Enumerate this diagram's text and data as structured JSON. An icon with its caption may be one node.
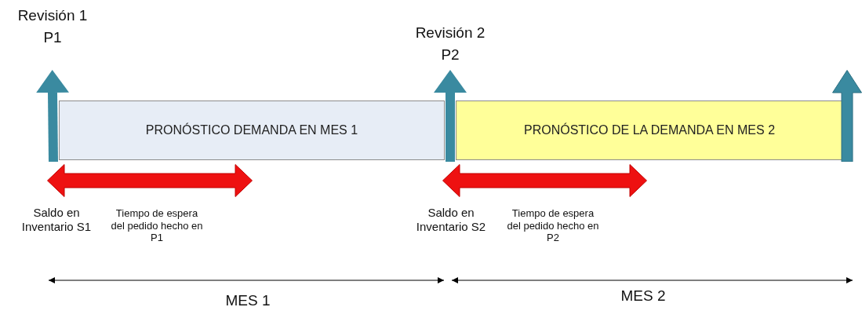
{
  "diagram": {
    "nodes": [
      {
        "text": [
          "Revisión 1 P1"
        ]
      },
      {
        "text": [
          "PRONÓSTICO DEMANDA EN MES 1"
        ]
      },
      {
        "text": [
          "Revisión 2 P2"
        ]
      },
      {
        "text": [
          "PRONÓSTICO DE LA DEMANDA EN MES 2"
        ]
      },
      {
        "text": [],
        "shape": "arrow"
      },
      {
        "text": [],
        "shape": "arrow"
      },
      {
        "text": [],
        "shape": "arrow"
      }
    ],
    "edges": [
      {
        "from": 1,
        "to": 0,
        "arrow": "to"
      },
      {
        "from": 3,
        "to": 2,
        "arrow": "to"
      }
    ],
    "labels": [
      "Saldo en Inventario S1",
      "Tiempo de espera del pedido hecho en P1",
      "Saldo en Inventario S2",
      "Tiempo de espera del pedido hecho en P2",
      "MES 1",
      "MES 2"
    ]
  }
}
